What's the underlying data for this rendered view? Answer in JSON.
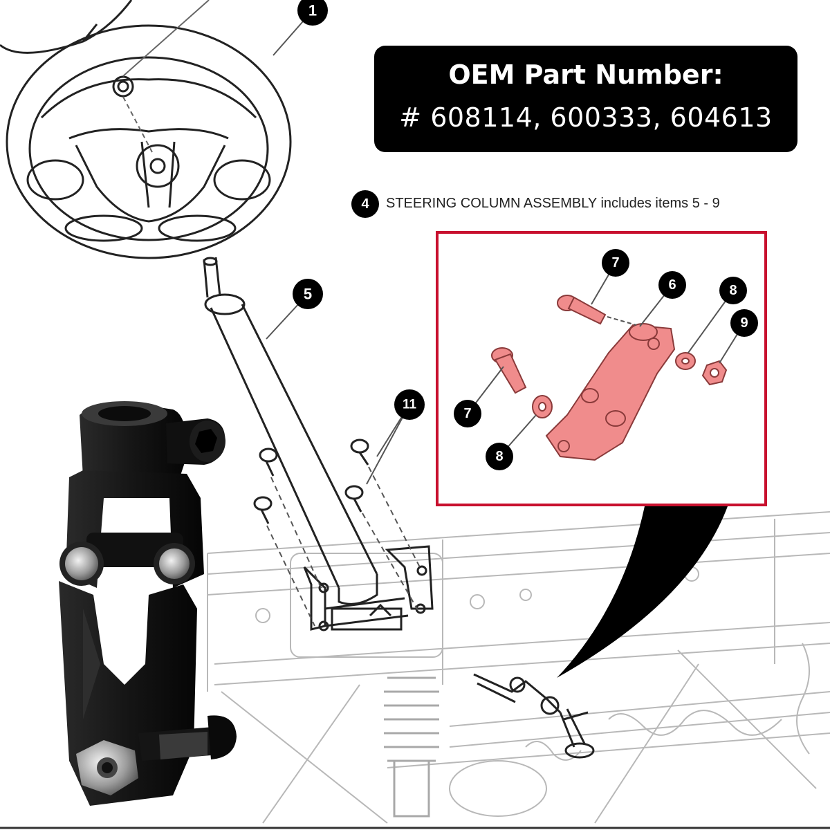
{
  "oem": {
    "title": "OEM Part Number:",
    "numbers": "# 608114, 600333, 604613"
  },
  "assembly_note": {
    "number": "4",
    "text": "STEERING COLUMN ASSEMBLY includes items 5 - 9"
  },
  "callouts": {
    "c1": "1",
    "c5": "5",
    "c6": "6",
    "c7a": "7",
    "c7b": "7",
    "c8a": "8",
    "c8b": "8",
    "c9": "9",
    "c11": "11"
  },
  "colors": {
    "highlight": "#f08c8c",
    "frame_red": "#c8102e",
    "line": "#6e6e6e"
  }
}
